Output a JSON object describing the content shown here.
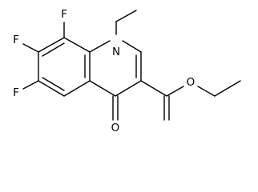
{
  "structure": {
    "atoms": {
      "F8": "F",
      "F7": "F",
      "F6": "F",
      "N1": "N",
      "O4": "O",
      "O_ester": "O"
    }
  }
}
